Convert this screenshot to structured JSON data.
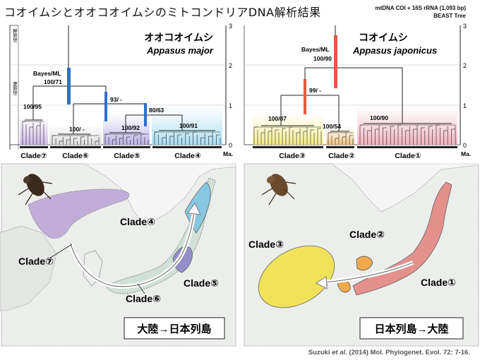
{
  "title": "コオイムシとオオコオイムシのミトコンドリアDNA解析結果",
  "method": {
    "line1": "mtDNA COI + 16S rRNA (1,093 bp)",
    "line2": "BEAST Tree"
  },
  "left_tree": {
    "name_jp": "オオコオイムシ",
    "name_sci": "Appasus major",
    "support_label": "Bayes/ML",
    "nodes": [
      "100/71",
      "93/ -",
      "80/63",
      "100/95",
      "100/ -",
      "100/92",
      "100/91"
    ],
    "clades": [
      "Clade⑦",
      "Clade⑥",
      "Clade⑤",
      "Clade④"
    ],
    "epochs": [
      "鮮新世",
      "更新世"
    ],
    "axis_ticks": [
      "3",
      "2",
      "1",
      "0"
    ],
    "axis_unit": "Ma."
  },
  "right_tree": {
    "name_jp": "コオイムシ",
    "name_sci": "Appasus japonicus",
    "support_label": "Bayes/ML",
    "nodes": [
      "100/90",
      "99/ -",
      "100/87",
      "100/54",
      "100/90"
    ],
    "clades": [
      "Clade③",
      "Clade②",
      "Clade①"
    ],
    "axis_ticks": [
      "3",
      "2",
      "1",
      "0"
    ],
    "axis_unit": "Ma."
  },
  "left_map": {
    "labels": [
      "Clade④",
      "Clade⑦",
      "Clade⑤",
      "Clade⑥"
    ],
    "caption": "大陸→日本列島"
  },
  "right_map": {
    "labels": [
      "Clade②",
      "Clade③",
      "Clade①"
    ],
    "caption": "日本列島→大陸"
  },
  "citation": {
    "authors": "Suzuki ",
    "etal": "et al.",
    "rest": " (2014) Mol. Phylogenet. Evol. 72: 7-16."
  },
  "colors": {
    "clade7": "#b9a3d6",
    "clade6": "#cfe0d6",
    "clade5": "#8f86c7",
    "clade4": "#7fc5e0",
    "clade3": "#f2e24a",
    "clade2": "#f0a94c",
    "clade1": "#e48a86",
    "bar_blue": "#2d6fd0",
    "bar_red": "#e85840"
  }
}
